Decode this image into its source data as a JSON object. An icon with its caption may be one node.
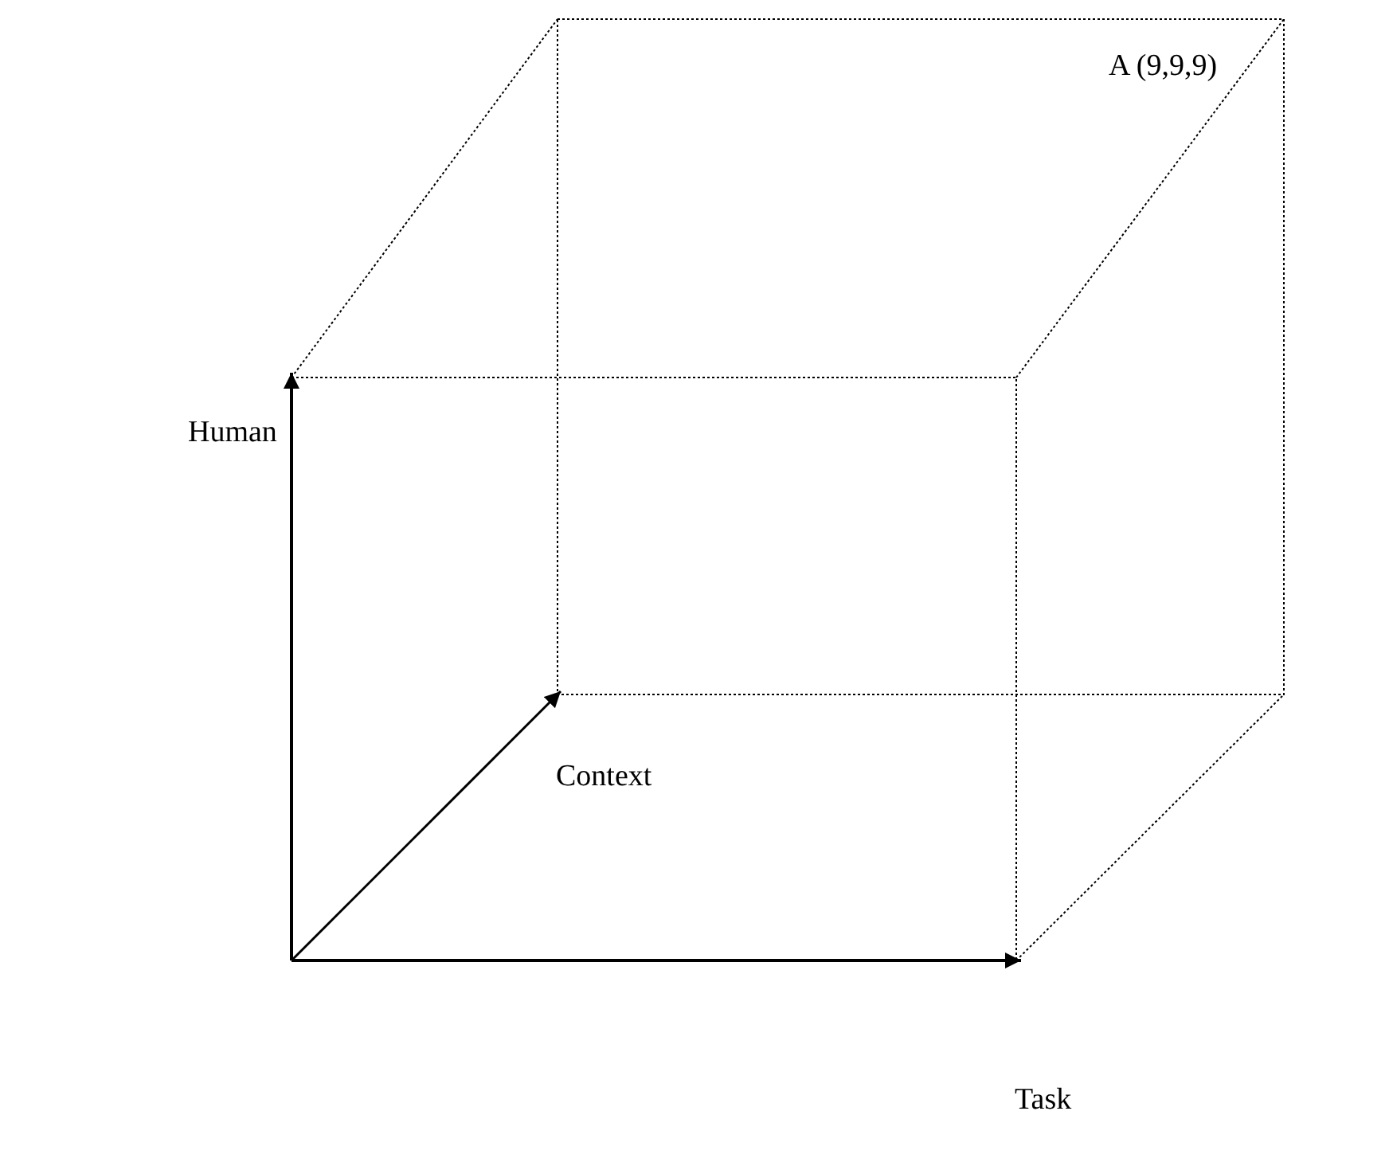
{
  "diagram": {
    "labels": [
      "A (9,9,9)",
      "Human",
      "Context",
      "Task"
    ]
  }
}
